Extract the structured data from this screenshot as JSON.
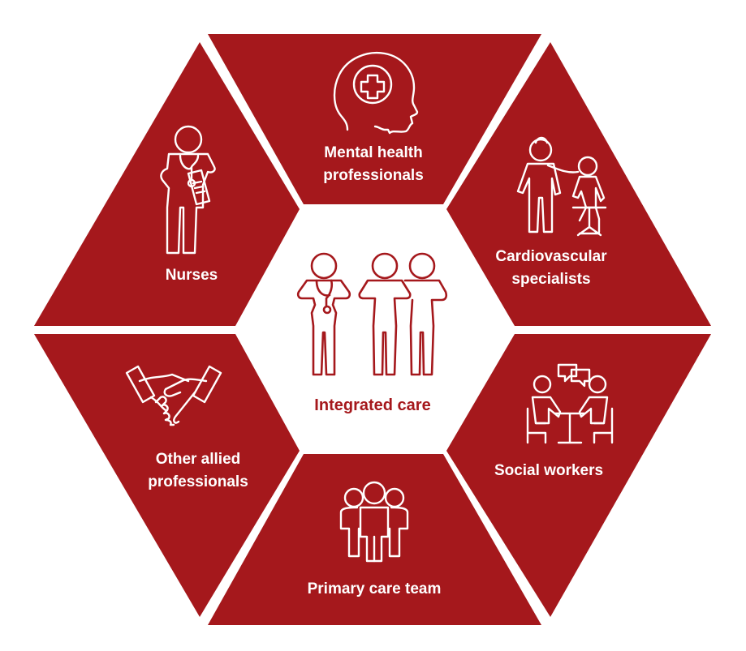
{
  "theme": {
    "segment_color": "#a5181c",
    "text_on_segment": "#ffffff",
    "center_text_color": "#a5181c",
    "background": "#ffffff"
  },
  "center": {
    "label": "Integrated care",
    "icon": "care-team-icon"
  },
  "segments": [
    {
      "id": "mental-health",
      "lines": [
        "Mental health",
        "professionals"
      ],
      "icon": "head-medical-cross-icon"
    },
    {
      "id": "cardiovascular",
      "lines": [
        "Cardiovascular",
        "specialists"
      ],
      "icon": "doctor-patient-icon"
    },
    {
      "id": "social-workers",
      "lines": [
        "Social workers"
      ],
      "icon": "meeting-table-icon"
    },
    {
      "id": "primary-care",
      "lines": [
        "Primary care team"
      ],
      "icon": "group-people-icon"
    },
    {
      "id": "other-allied",
      "lines": [
        "Other allied",
        "professionals"
      ],
      "icon": "handshake-icon"
    },
    {
      "id": "nurses",
      "lines": [
        "Nurses"
      ],
      "icon": "nurse-icon"
    }
  ]
}
